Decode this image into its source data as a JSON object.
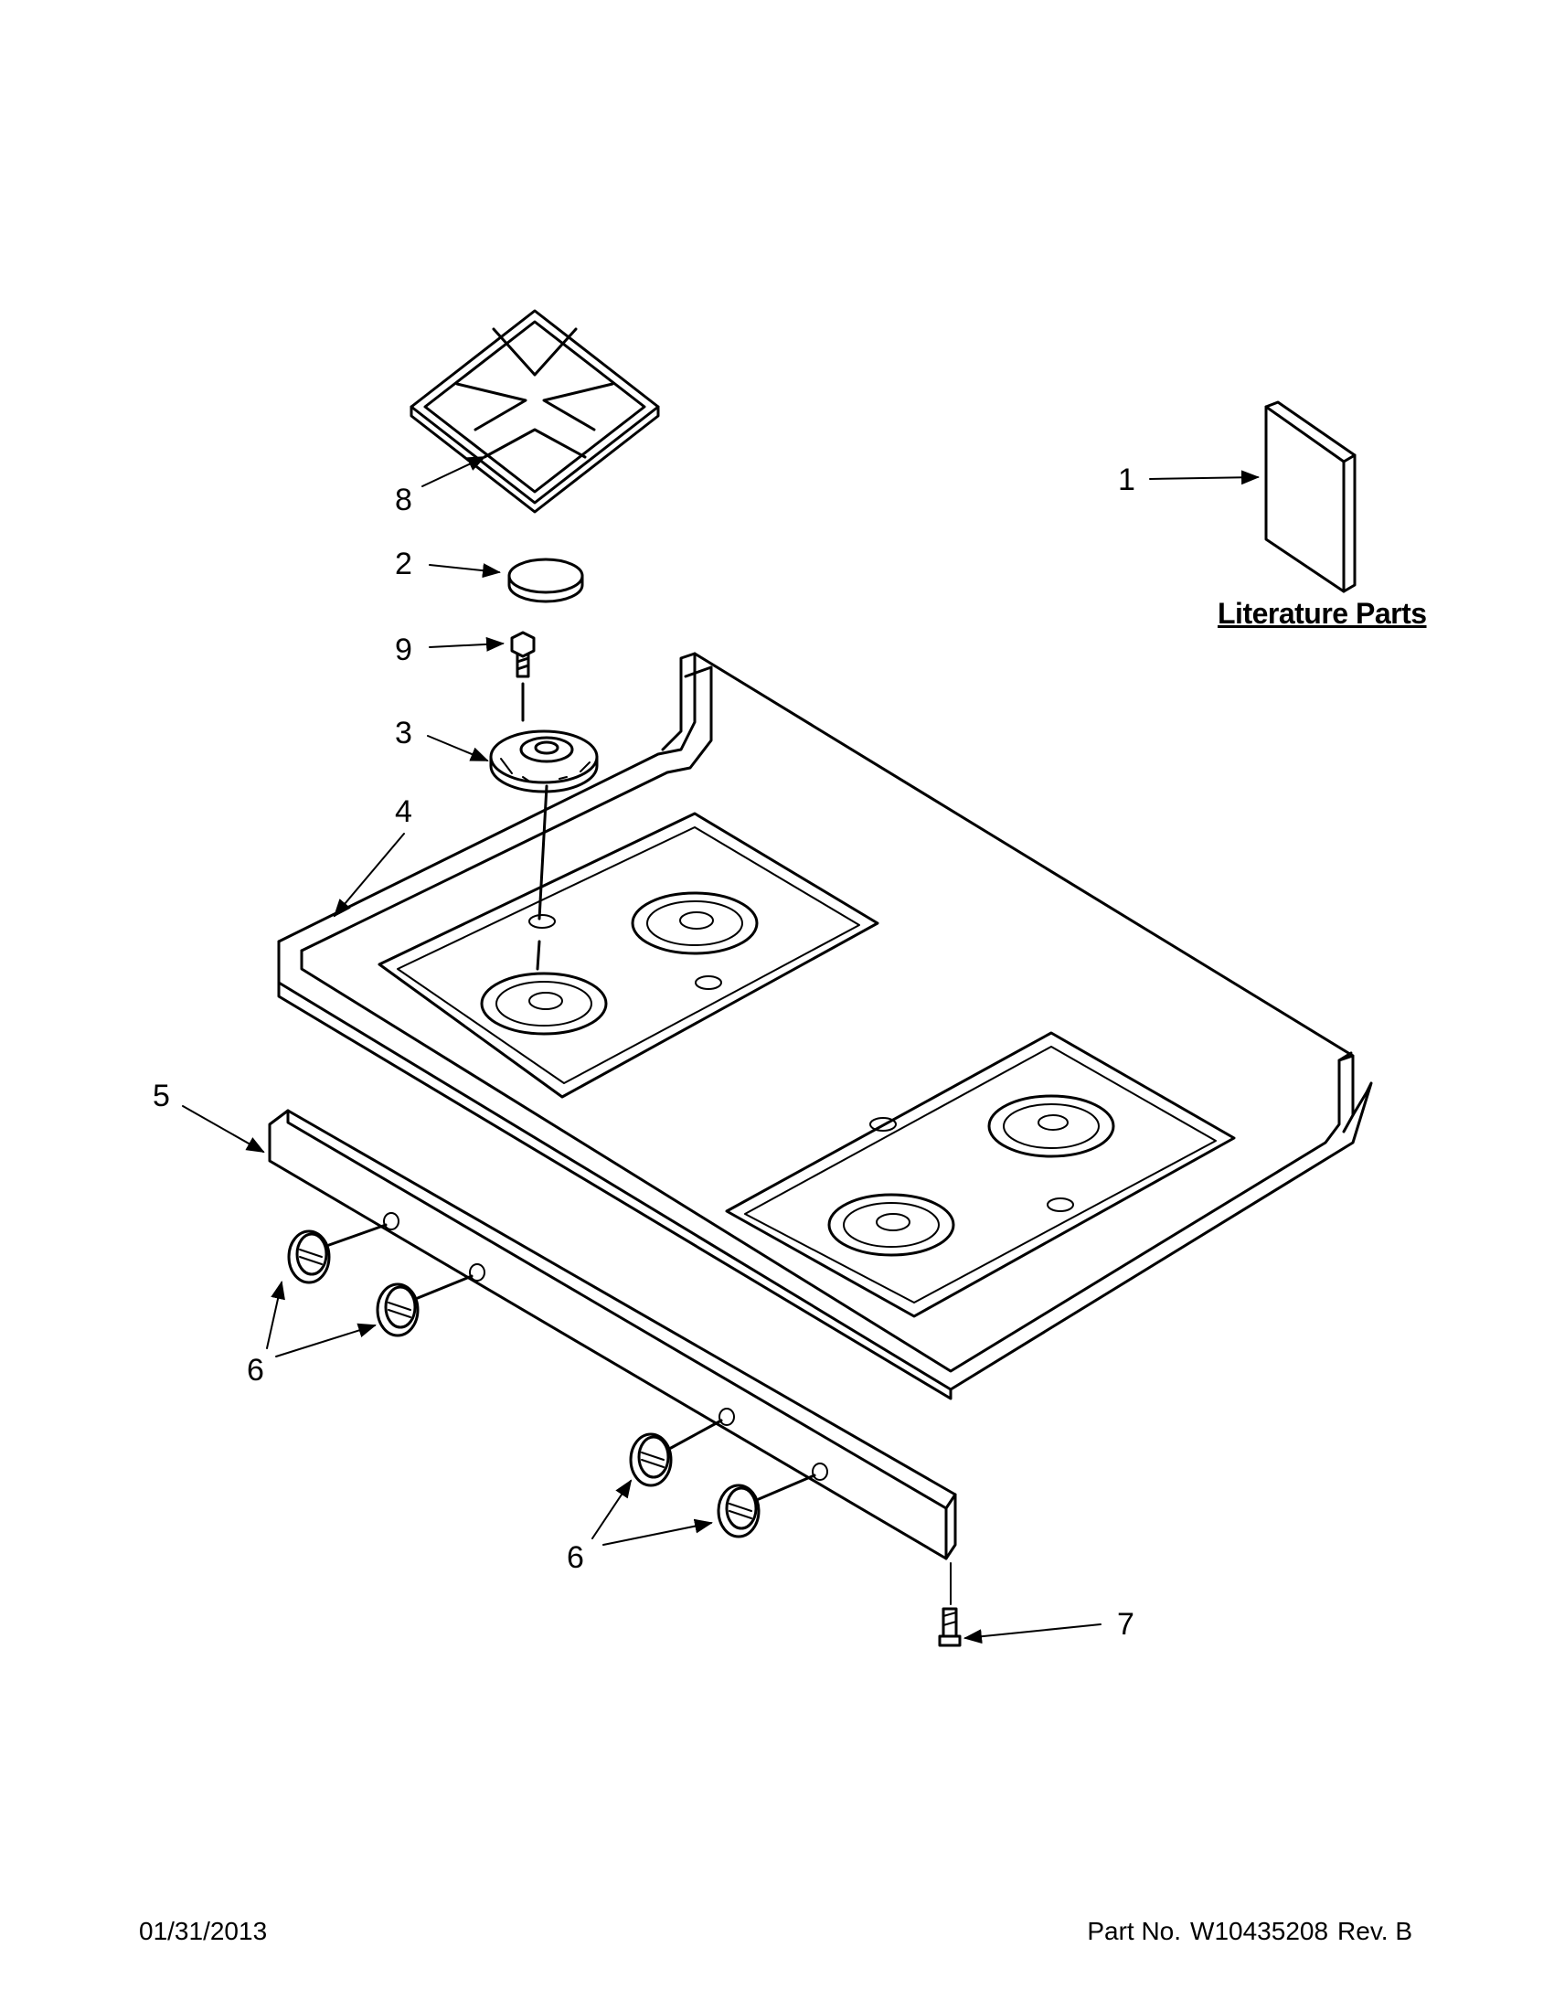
{
  "callouts": {
    "c1": "1",
    "c2": "2",
    "c3": "3",
    "c4": "4",
    "c5": "5",
    "c6a": "6",
    "c6b": "6",
    "c7": "7",
    "c8": "8",
    "c9": "9"
  },
  "literature_label": "Literature Parts",
  "footer": {
    "date": "01/31/2013",
    "part_prefix": "Part No.",
    "part_number": "W10435208",
    "revision": "Rev. B"
  }
}
